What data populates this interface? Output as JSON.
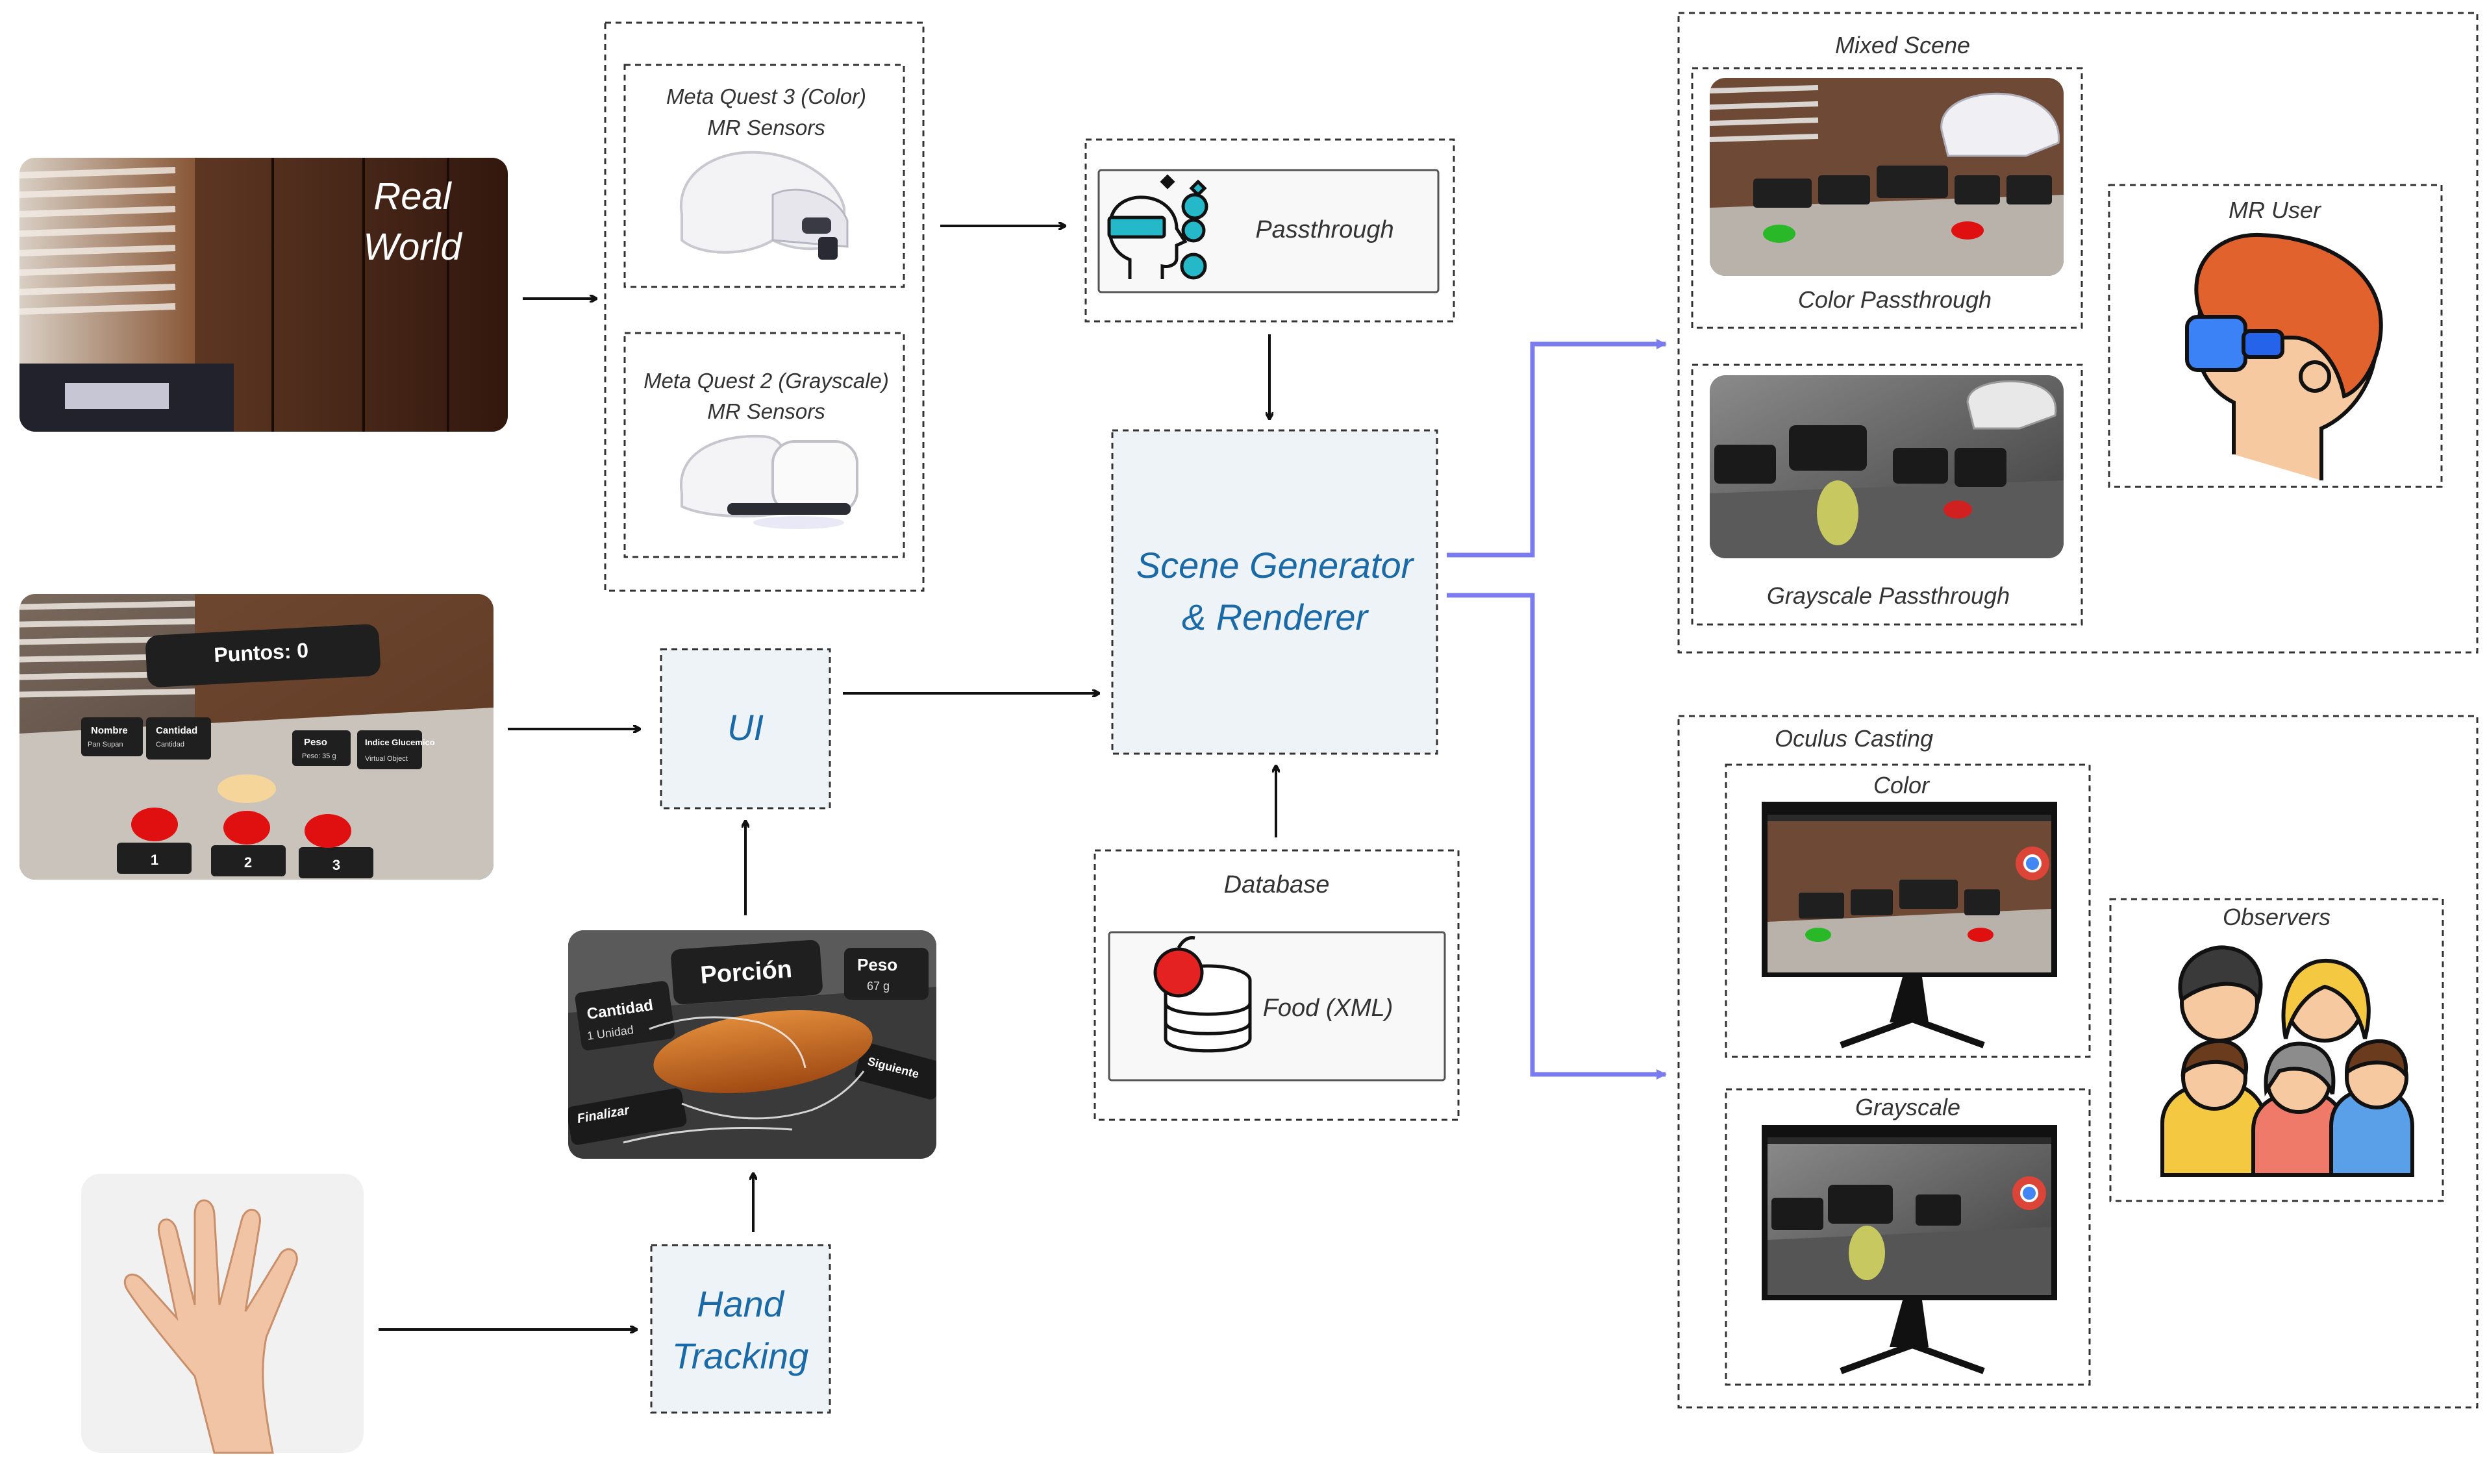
{
  "inputs": {
    "real_world": {
      "line1": "Real",
      "line2": "World"
    },
    "ui_preview": {
      "score_text": "Puntos: 0",
      "cards": [
        {
          "title": "Nombre",
          "sub": "Pan Supan"
        },
        {
          "title": "Cantidad",
          "sub": "Cantidad"
        },
        {
          "title": "Peso",
          "sub": "Peso: 35 g"
        },
        {
          "title": "Indice Glucemico",
          "sub": "Virtual Object"
        }
      ],
      "buttons": [
        "1",
        "2",
        "3"
      ]
    },
    "hand_preview": {
      "porcion": "Porción",
      "cantidad": "Cantidad",
      "cantidad_sub": "1 Unidad",
      "peso": "Peso",
      "peso_sub": "67 g",
      "finalizar": "Finalizar",
      "siguiente": "Siguiente"
    }
  },
  "headsets": {
    "quest3": {
      "line1": "Meta Quest 3 (Color)",
      "line2": "MR Sensors"
    },
    "quest2": {
      "line1": "Meta Quest 2 (Grayscale)",
      "line2": "MR Sensors"
    }
  },
  "nodes": {
    "passthrough": "Passthrough",
    "scene_generator": {
      "line1": "Scene Generator",
      "line2": "& Renderer"
    },
    "ui": "UI",
    "hand_tracking": {
      "line1": "Hand",
      "line2": "Tracking"
    },
    "database": {
      "title": "Database",
      "item": "Food (XML)"
    }
  },
  "outputs": {
    "mixed_scene": {
      "title": "Mixed Scene",
      "color": "Color Passthrough",
      "grayscale": "Grayscale Passthrough",
      "mr_user": "MR User"
    },
    "oculus_casting": {
      "title": "Oculus Casting",
      "color": "Color",
      "grayscale": "Grayscale",
      "observers": "Observers"
    }
  },
  "colors": {
    "accent_arrow": "#7b7bf0",
    "node_text": "#1a6aa8",
    "node_fill": "#eef3f8"
  }
}
